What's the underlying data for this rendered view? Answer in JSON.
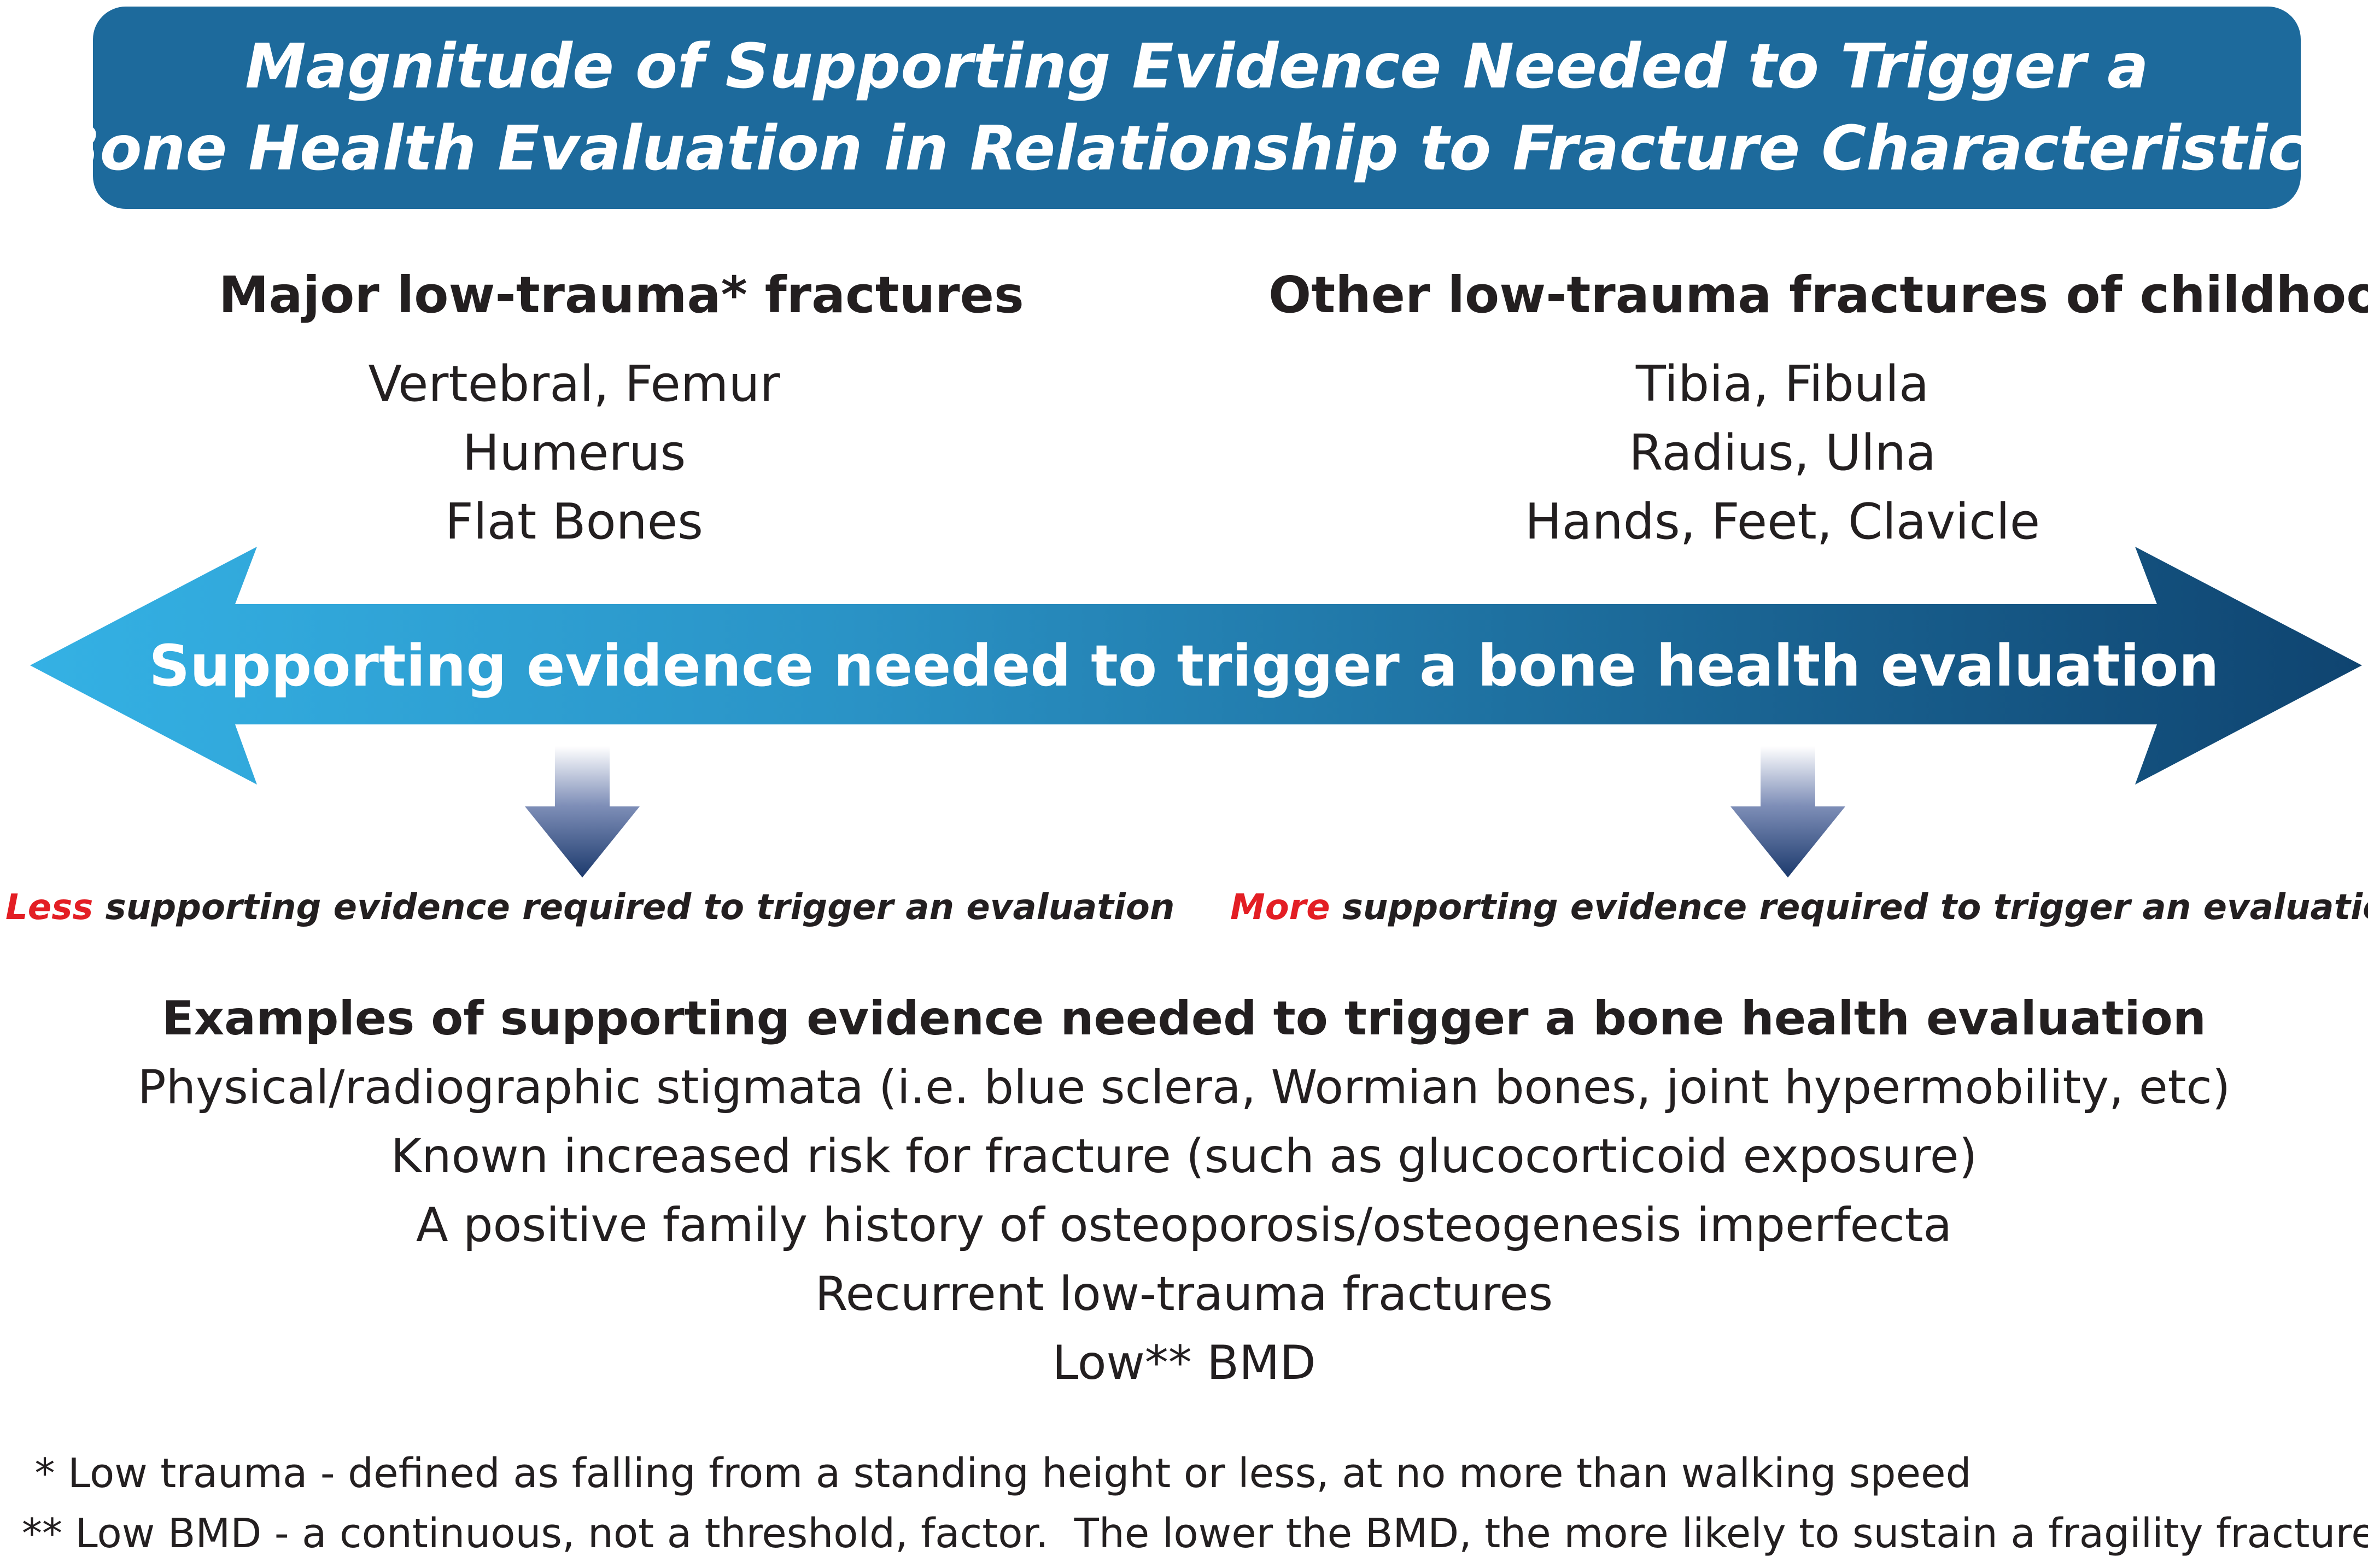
{
  "title": {
    "line1": "Magnitude of Supporting Evidence Needed to Trigger a",
    "line2": "Bone Health Evaluation in Relationship to Fracture Characteristics"
  },
  "left_column": {
    "heading": "Major low-trauma* fractures",
    "items": [
      "Vertebral, Femur",
      "Humerus",
      "Flat Bones"
    ]
  },
  "right_column": {
    "heading": "Other low-trauma fractures of childhood",
    "items": [
      "Tibia, Fibula",
      "Radius, Ulna",
      "Hands, Feet, Clavicle"
    ]
  },
  "arrow": {
    "label": "Supporting evidence needed to trigger a bone health evaluation",
    "color_left": "#34b1e4",
    "color_right": "#0f4470"
  },
  "left_note": {
    "emphasis": "Less",
    "text": " supporting evidence required  to trigger an evaluation"
  },
  "right_note": {
    "emphasis": "More",
    "text": " supporting evidence required to trigger an evaluation"
  },
  "examples": {
    "heading": "Examples of supporting evidence needed to trigger a bone health evaluation",
    "items": [
      "Physical/radiographic stigmata (i.e. blue sclera, Wormian bones, joint hypermobility, etc)",
      "Known increased risk for fracture (such as glucocorticoid exposure)",
      "A positive family history of osteoporosis/osteogenesis imperfecta",
      "Recurrent low-trauma fractures",
      "Low** BMD"
    ]
  },
  "footnotes": [
    " * Low trauma - defined as falling from a standing height or less, at no more than walking speed",
    "** Low BMD - a continuous, not a threshold, factor.  The lower the BMD, the more likely to sustain a fragility fracture"
  ]
}
